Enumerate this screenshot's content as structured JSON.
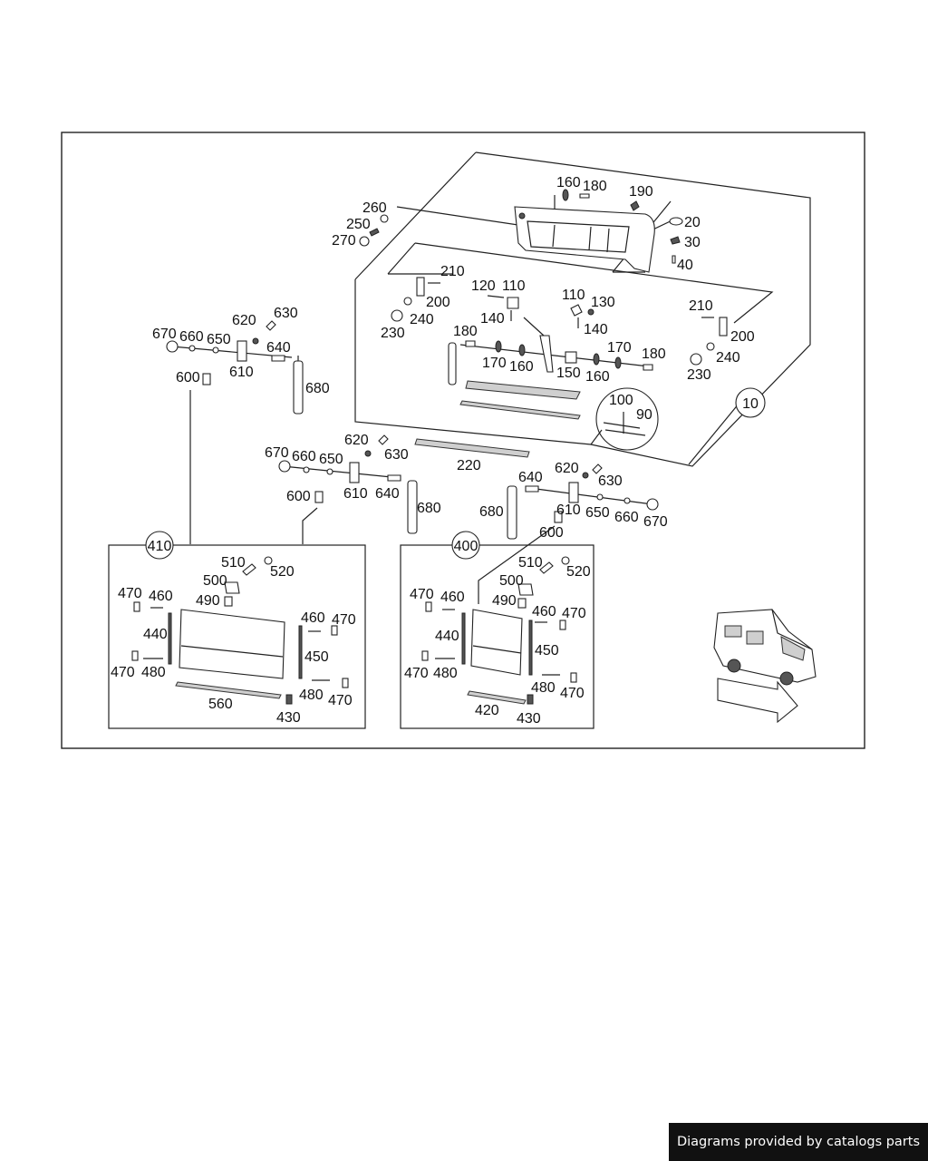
{
  "credit": "Diagrams provided by catalogs parts",
  "callouts": {
    "main_group": "10",
    "left_door_group": "410",
    "right_door_group": "400"
  },
  "labels": {
    "top_assembly": [
      "160",
      "180",
      "190",
      "260",
      "250",
      "270",
      "20",
      "30",
      "40",
      "210",
      "200",
      "240",
      "230",
      "120",
      "110",
      "140",
      "110",
      "130",
      "140",
      "210",
      "200",
      "240",
      "230",
      "180",
      "170",
      "160",
      "150",
      "160",
      "170",
      "180",
      "100",
      "90"
    ],
    "left_hinge": [
      "670",
      "660",
      "650",
      "620",
      "630",
      "640",
      "610",
      "600",
      "680"
    ],
    "center_hinge": [
      "620",
      "630",
      "670",
      "660",
      "650",
      "610",
      "640",
      "600",
      "680",
      "220"
    ],
    "right_hinge": [
      "640",
      "620",
      "630",
      "680",
      "610",
      "650",
      "660",
      "670",
      "600"
    ],
    "left_door": [
      "510",
      "520",
      "500",
      "490",
      "470",
      "460",
      "440",
      "470",
      "480",
      "460",
      "470",
      "450",
      "480",
      "470",
      "560",
      "430"
    ],
    "right_door": [
      "510",
      "520",
      "500",
      "490",
      "470",
      "460",
      "440",
      "470",
      "480",
      "460",
      "470",
      "450",
      "480",
      "470",
      "420",
      "430"
    ]
  }
}
